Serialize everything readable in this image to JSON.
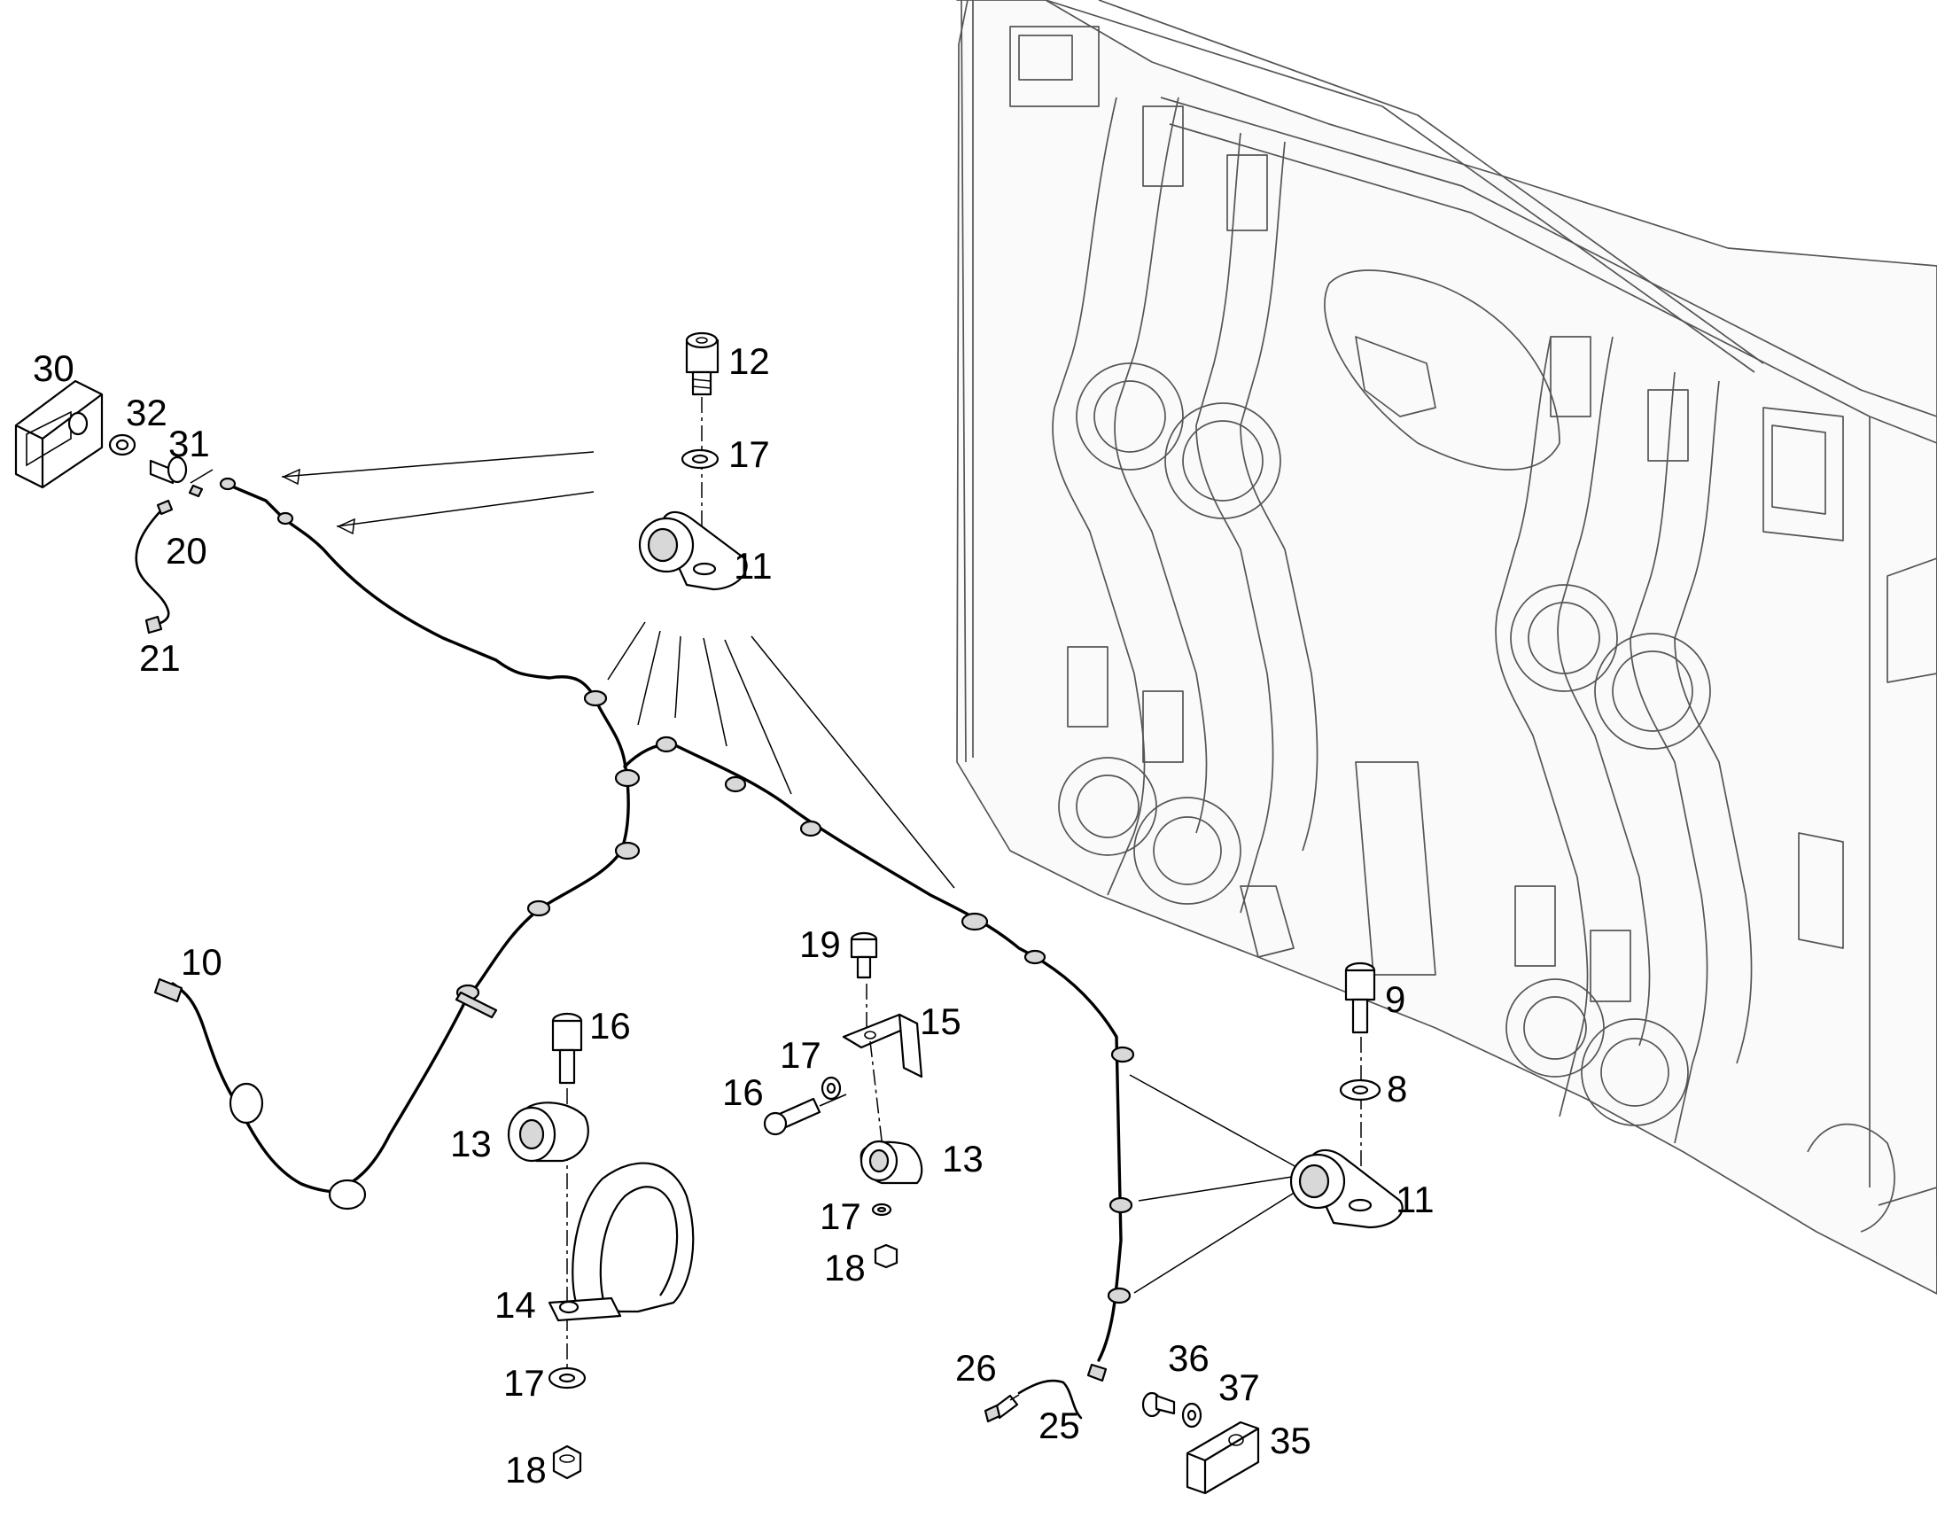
{
  "callouts": {
    "c30": "30",
    "c32": "32",
    "c31": "31",
    "c20": "20",
    "c21": "21",
    "c12": "12",
    "c17a": "17",
    "c11a": "11",
    "c10": "10",
    "c19": "19",
    "c15": "15",
    "c17b": "17",
    "c16a": "16",
    "c13a": "13",
    "c17c": "17",
    "c18a": "18",
    "c16b": "16",
    "c13b": "13",
    "c14": "14",
    "c17d": "17",
    "c18b": "18",
    "c9": "9",
    "c8": "8",
    "c11b": "11",
    "c26": "26",
    "c25": "25",
    "c36": "36",
    "c37": "37",
    "c35": "35"
  }
}
